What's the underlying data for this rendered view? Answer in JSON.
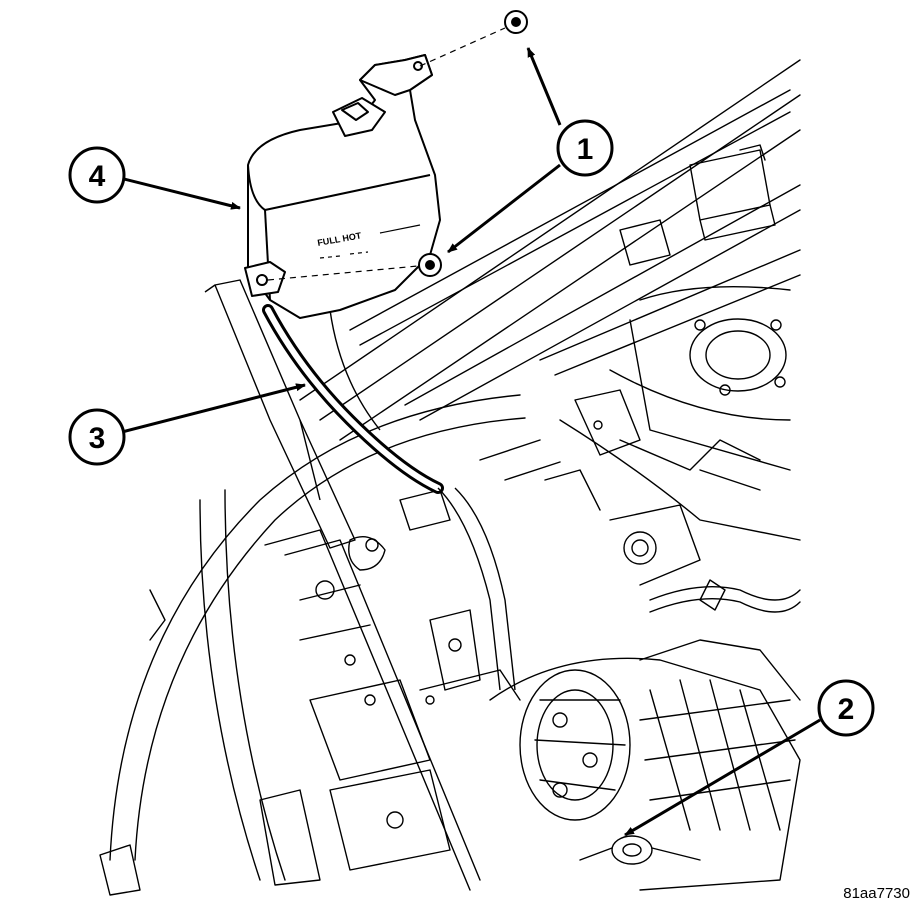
{
  "diagram": {
    "callouts": [
      {
        "id": "1",
        "label": "1"
      },
      {
        "id": "2",
        "label": "2"
      },
      {
        "id": "3",
        "label": "3"
      },
      {
        "id": "4",
        "label": "4"
      }
    ],
    "reservoir_marking": "FULL HOT",
    "image_reference": "81aa7730"
  }
}
